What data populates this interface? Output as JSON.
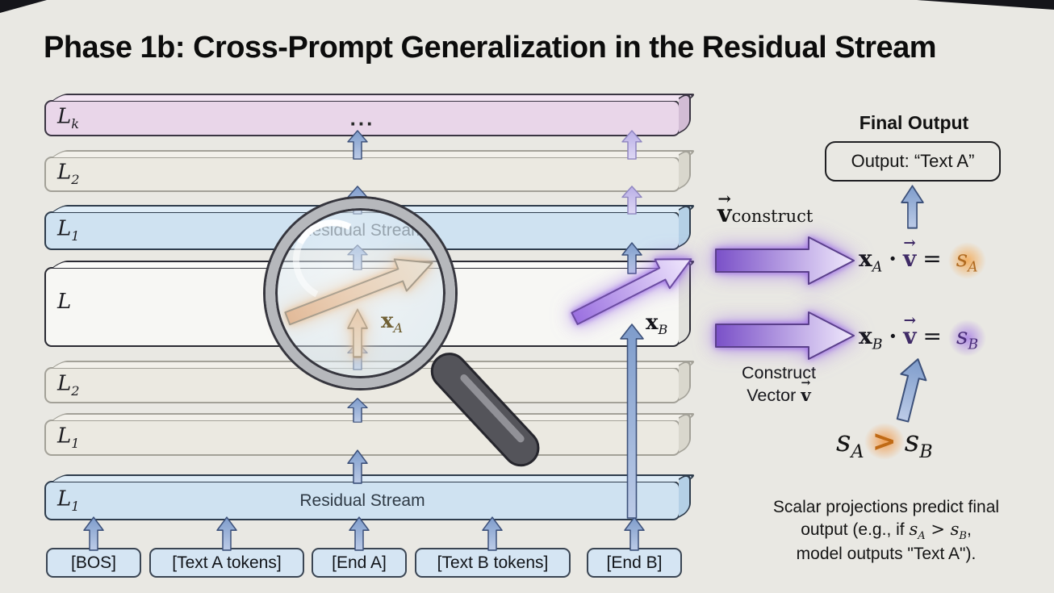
{
  "title": "Phase 1b: Cross-Prompt Generalization in the Residual Stream",
  "layers": [
    {
      "base": "L",
      "sub": "k",
      "center": "..."
    },
    {
      "base": "L",
      "sub": "2",
      "center": ""
    },
    {
      "base": "L",
      "sub": "1",
      "center": "Residual Stream"
    },
    {
      "base": "L",
      "sub": "",
      "center": ""
    },
    {
      "base": "L",
      "sub": "2",
      "center": ""
    },
    {
      "base": "L",
      "sub": "1",
      "center": ""
    },
    {
      "base": "L",
      "sub": "1",
      "center": "Residual Stream"
    }
  ],
  "tokens": [
    {
      "label": "[BOS]"
    },
    {
      "label": "[Text A tokens]"
    },
    {
      "label": "[End A]"
    },
    {
      "label": "[Text B tokens]"
    },
    {
      "label": "[End B]"
    }
  ],
  "annotations": {
    "x_a": {
      "base": "x",
      "sub": "A"
    },
    "x_b": {
      "base": "x",
      "sub": "B"
    }
  },
  "glyphs": {
    "vec_arrow": "→"
  },
  "right_panel": {
    "final_output": "Final Output",
    "output_box": "Output: “Text A”",
    "v_construct": {
      "base": "v",
      "sub": "construct"
    },
    "eq_a": {
      "x": "x",
      "xsub": "A",
      "dot": "·",
      "v": "v",
      "eq": "=",
      "s": "s",
      "ssub": "A"
    },
    "eq_b": {
      "x": "x",
      "xsub": "B",
      "dot": "·",
      "v": "v",
      "eq": "=",
      "s": "s",
      "ssub": "B"
    },
    "construct_label": {
      "line1": "Construct",
      "line2_pre": "Vector ",
      "v": "v"
    },
    "comparison": {
      "s1": "s",
      "s1sub": "A",
      "op": ">",
      "s2": "s",
      "s2sub": "B"
    },
    "caption": {
      "line1": "Scalar projections predict final",
      "line2_pre": "output (e.g., if ",
      "s1": "s",
      "s1sub": "A",
      "mid": " > ",
      "s2": "s",
      "s2sub": "B",
      "line2_post": ",",
      "line3": "model outputs \"Text A\")."
    }
  },
  "colors": {
    "background": "#e9e8e3",
    "bar_pink": "#e9d6e9",
    "bar_blue": "#cfe2f1",
    "bar_white": "#f7f7f4",
    "bar_offwhite": "#ebe9e1",
    "arrow_blue": "#7e9ccb",
    "arrow_lavender": "#b9aee6",
    "arrow_orange": "#e8964a",
    "arrow_purple": "#8a63d2",
    "s_a_glow": "#f4a64d",
    "s_b_glow": "#9e70e4"
  }
}
